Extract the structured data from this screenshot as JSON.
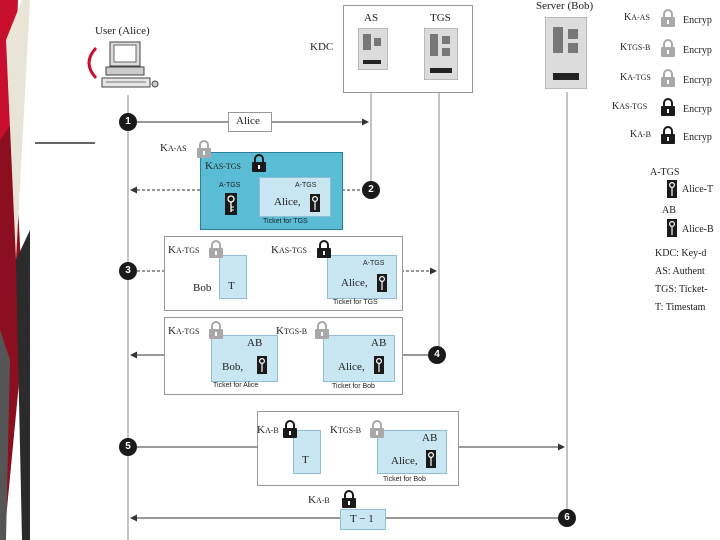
{
  "actors": {
    "user": "User (Alice)",
    "kdc": "KDC",
    "as": "AS",
    "tgs": "TGS",
    "server": "Server (Bob)"
  },
  "step1": {
    "message": "Alice"
  },
  "step2": {
    "outer_key": "K",
    "outer_key_sub": "A-AS",
    "inner_key": "K",
    "inner_key_sub": "AS-TGS",
    "session_label": "A-TGS",
    "ticket_session": "A-TGS",
    "ticket_name": "Alice,",
    "ticket_caption": "Ticket for TGS"
  },
  "step3": {
    "key1": "K",
    "key1_sub": "A-TGS",
    "key2": "K",
    "key2_sub": "AS-TGS",
    "bob": "Bob",
    "t": "T",
    "ticket_session": "A-TGS",
    "ticket_name": "Alice,",
    "ticket_caption": "Ticket for TGS"
  },
  "step4": {
    "key1": "K",
    "key1_sub": "A-TGS",
    "key2": "K",
    "key2_sub": "TGS-B",
    "session1": "AB",
    "name1": "Bob,",
    "caption1": "Ticket for Alice",
    "session2": "AB",
    "name2": "Alice,",
    "caption2": "Ticket for Bob"
  },
  "step5": {
    "key1": "K",
    "key1_sub": "A-B",
    "key2": "K",
    "key2_sub": "TGS-B",
    "t": "T",
    "session": "AB",
    "name": "Alice,",
    "caption": "Ticket for Bob"
  },
  "step6": {
    "key": "K",
    "key_sub": "A-B",
    "message": "T − 1"
  },
  "steps": [
    "1",
    "2",
    "3",
    "4",
    "5",
    "6"
  ],
  "legend": {
    "keys": [
      {
        "k": "K",
        "sub": "A-AS",
        "desc": "Encryp"
      },
      {
        "k": "K",
        "sub": "TGS-B",
        "desc": "Encryp"
      },
      {
        "k": "K",
        "sub": "A-TGS",
        "desc": "Encryp"
      },
      {
        "k": "K",
        "sub": "AS-TGS",
        "desc": "Encryp"
      },
      {
        "k": "K",
        "sub": "A-B",
        "desc": "Encryp"
      }
    ],
    "sessions": [
      {
        "label": "A-TGS",
        "desc": "Alice-T"
      },
      {
        "label": "AB",
        "desc": "Alice-B"
      }
    ],
    "abbrevs": [
      "KDC: Key-d",
      "AS: Authent",
      "TGS: Ticket-",
      "T: Timestam"
    ]
  },
  "colors": {
    "highlight_box": "#5bbcd6",
    "light_box": "#c9e6f3",
    "deco_red": "#c8102e"
  }
}
